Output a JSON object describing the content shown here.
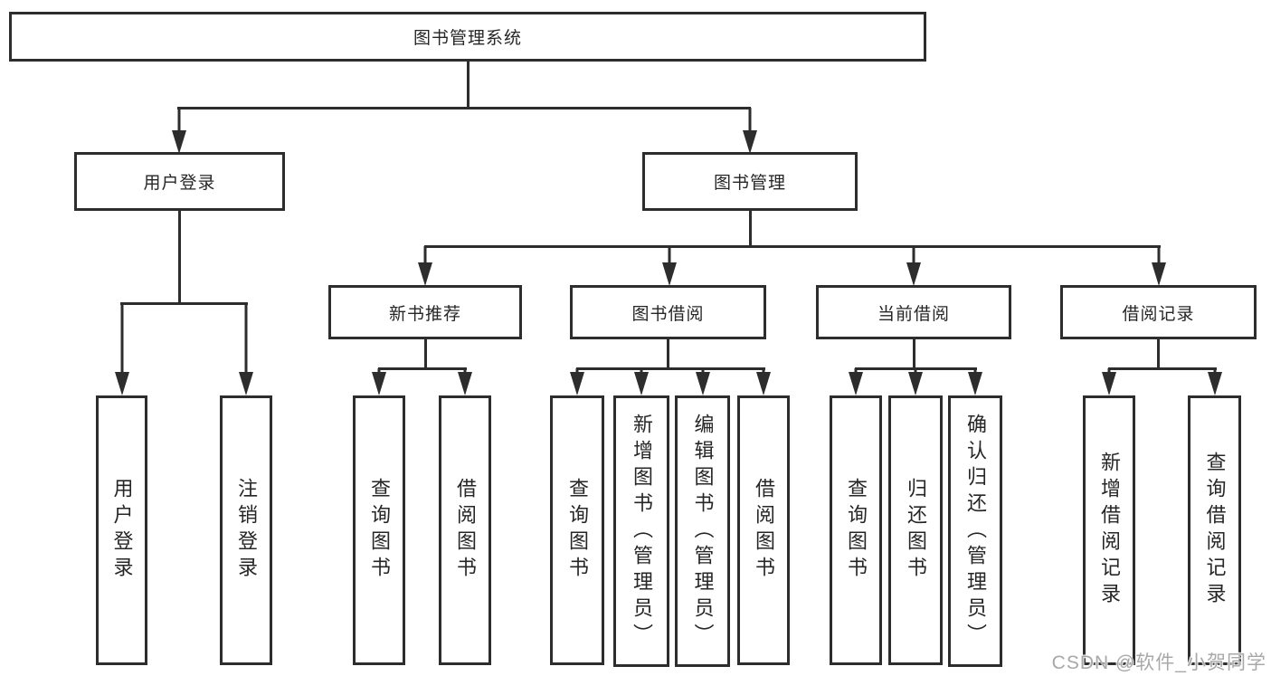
{
  "diagram": {
    "root": {
      "label": "图书管理系统"
    },
    "branches": [
      {
        "label": "用户登录",
        "children": [
          {
            "label": "用户登录"
          },
          {
            "label": "注销登录"
          }
        ]
      },
      {
        "label": "图书管理",
        "children": [
          {
            "label": "新书推荐",
            "children": [
              {
                "label": "查询图书"
              },
              {
                "label": "借阅图书"
              }
            ]
          },
          {
            "label": "图书借阅",
            "children": [
              {
                "label": "查询图书"
              },
              {
                "label": "新增图书（管理员）"
              },
              {
                "label": "编辑图书（管理员）"
              },
              {
                "label": "借阅图书"
              }
            ]
          },
          {
            "label": "当前借阅",
            "children": [
              {
                "label": "查询图书"
              },
              {
                "label": "归还图书"
              },
              {
                "label": "确认归还（管理员）"
              }
            ]
          },
          {
            "label": "借阅记录",
            "children": [
              {
                "label": "新增借阅记录"
              },
              {
                "label": "查询借阅记录"
              }
            ]
          }
        ]
      }
    ]
  },
  "watermark": {
    "text": "CSDN @软件_小贺同学"
  },
  "colors": {
    "line": "#2d2d2d",
    "text": "#262626",
    "watermark": "#a8a8a8",
    "background": "#ffffff"
  }
}
